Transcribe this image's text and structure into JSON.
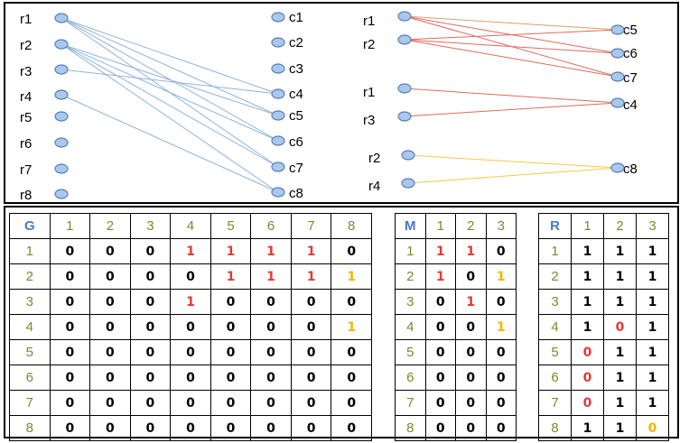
{
  "colors": {
    "node_fill": "#a9c8ee",
    "node_stroke": "#5d7fb5",
    "left_edge": "#8fb3dd",
    "red_edge": "#e06a5c",
    "orange_edge": "#d6a16a",
    "yellow_edge": "#f3c94a",
    "header_text": "#7a8a2e",
    "corner_text": "#4a78c8",
    "value_red": "#e53935",
    "value_yellow": "#f2b600"
  },
  "left_graph": {
    "rows": [
      "r1",
      "r2",
      "r3",
      "r4",
      "r5",
      "r6",
      "r7",
      "r8"
    ],
    "cols": [
      "c1",
      "c2",
      "c3",
      "c4",
      "c5",
      "c6",
      "c7",
      "c8"
    ]
  },
  "right_graph": {
    "group1_rows": [
      "r1",
      "r2"
    ],
    "group1_cols": [
      "c5",
      "c6",
      "c7"
    ],
    "group2_rows": [
      "r1",
      "r3"
    ],
    "group2_cols": [
      "c4"
    ],
    "group3_rows": [
      "r2",
      "r4"
    ],
    "group3_cols": [
      "c8"
    ]
  },
  "matrix_G": {
    "corner": "G",
    "col_headers": [
      "1",
      "2",
      "3",
      "4",
      "5",
      "6",
      "7",
      "8"
    ],
    "row_headers": [
      "1",
      "2",
      "3",
      "4",
      "5",
      "6",
      "7",
      "8"
    ],
    "values": [
      [
        "0",
        "0",
        "0",
        "1",
        "1",
        "1",
        "1",
        "0"
      ],
      [
        "0",
        "0",
        "0",
        "0",
        "1",
        "1",
        "1",
        "1"
      ],
      [
        "0",
        "0",
        "0",
        "1",
        "0",
        "0",
        "0",
        "0"
      ],
      [
        "0",
        "0",
        "0",
        "0",
        "0",
        "0",
        "0",
        "1"
      ],
      [
        "0",
        "0",
        "0",
        "0",
        "0",
        "0",
        "0",
        "0"
      ],
      [
        "0",
        "0",
        "0",
        "0",
        "0",
        "0",
        "0",
        "0"
      ],
      [
        "0",
        "0",
        "0",
        "0",
        "0",
        "0",
        "0",
        "0"
      ],
      [
        "0",
        "0",
        "0",
        "0",
        "0",
        "0",
        "0",
        "0"
      ]
    ],
    "colors": [
      [
        "k",
        "k",
        "k",
        "r",
        "r",
        "r",
        "r",
        "k"
      ],
      [
        "k",
        "k",
        "k",
        "k",
        "r",
        "r",
        "r",
        "y"
      ],
      [
        "k",
        "k",
        "k",
        "r",
        "k",
        "k",
        "k",
        "k"
      ],
      [
        "k",
        "k",
        "k",
        "k",
        "k",
        "k",
        "k",
        "y"
      ],
      [
        "k",
        "k",
        "k",
        "k",
        "k",
        "k",
        "k",
        "k"
      ],
      [
        "k",
        "k",
        "k",
        "k",
        "k",
        "k",
        "k",
        "k"
      ],
      [
        "k",
        "k",
        "k",
        "k",
        "k",
        "k",
        "k",
        "k"
      ],
      [
        "k",
        "k",
        "k",
        "k",
        "k",
        "k",
        "k",
        "k"
      ]
    ]
  },
  "matrix_M": {
    "corner": "M",
    "col_headers": [
      "1",
      "2",
      "3"
    ],
    "row_headers": [
      "1",
      "2",
      "3",
      "4",
      "5",
      "6",
      "7",
      "8"
    ],
    "values": [
      [
        "1",
        "1",
        "0"
      ],
      [
        "1",
        "0",
        "1"
      ],
      [
        "0",
        "1",
        "0"
      ],
      [
        "0",
        "0",
        "1"
      ],
      [
        "0",
        "0",
        "0"
      ],
      [
        "0",
        "0",
        "0"
      ],
      [
        "0",
        "0",
        "0"
      ],
      [
        "0",
        "0",
        "0"
      ]
    ],
    "colors": [
      [
        "r",
        "r",
        "k"
      ],
      [
        "r",
        "k",
        "y"
      ],
      [
        "k",
        "r",
        "k"
      ],
      [
        "k",
        "k",
        "y"
      ],
      [
        "k",
        "k",
        "k"
      ],
      [
        "k",
        "k",
        "k"
      ],
      [
        "k",
        "k",
        "k"
      ],
      [
        "k",
        "k",
        "k"
      ]
    ]
  },
  "matrix_R": {
    "corner": "R",
    "col_headers": [
      "1",
      "2",
      "3"
    ],
    "row_headers": [
      "1",
      "2",
      "3",
      "4",
      "5",
      "6",
      "7",
      "8"
    ],
    "values": [
      [
        "1",
        "1",
        "1"
      ],
      [
        "1",
        "1",
        "1"
      ],
      [
        "1",
        "1",
        "1"
      ],
      [
        "1",
        "0",
        "1"
      ],
      [
        "0",
        "1",
        "1"
      ],
      [
        "0",
        "1",
        "1"
      ],
      [
        "0",
        "1",
        "1"
      ],
      [
        "1",
        "1",
        "0"
      ]
    ],
    "colors": [
      [
        "k",
        "k",
        "k"
      ],
      [
        "k",
        "k",
        "k"
      ],
      [
        "k",
        "k",
        "k"
      ],
      [
        "k",
        "r",
        "k"
      ],
      [
        "r",
        "k",
        "k"
      ],
      [
        "r",
        "k",
        "k"
      ],
      [
        "r",
        "k",
        "k"
      ],
      [
        "k",
        "k",
        "y"
      ]
    ]
  }
}
